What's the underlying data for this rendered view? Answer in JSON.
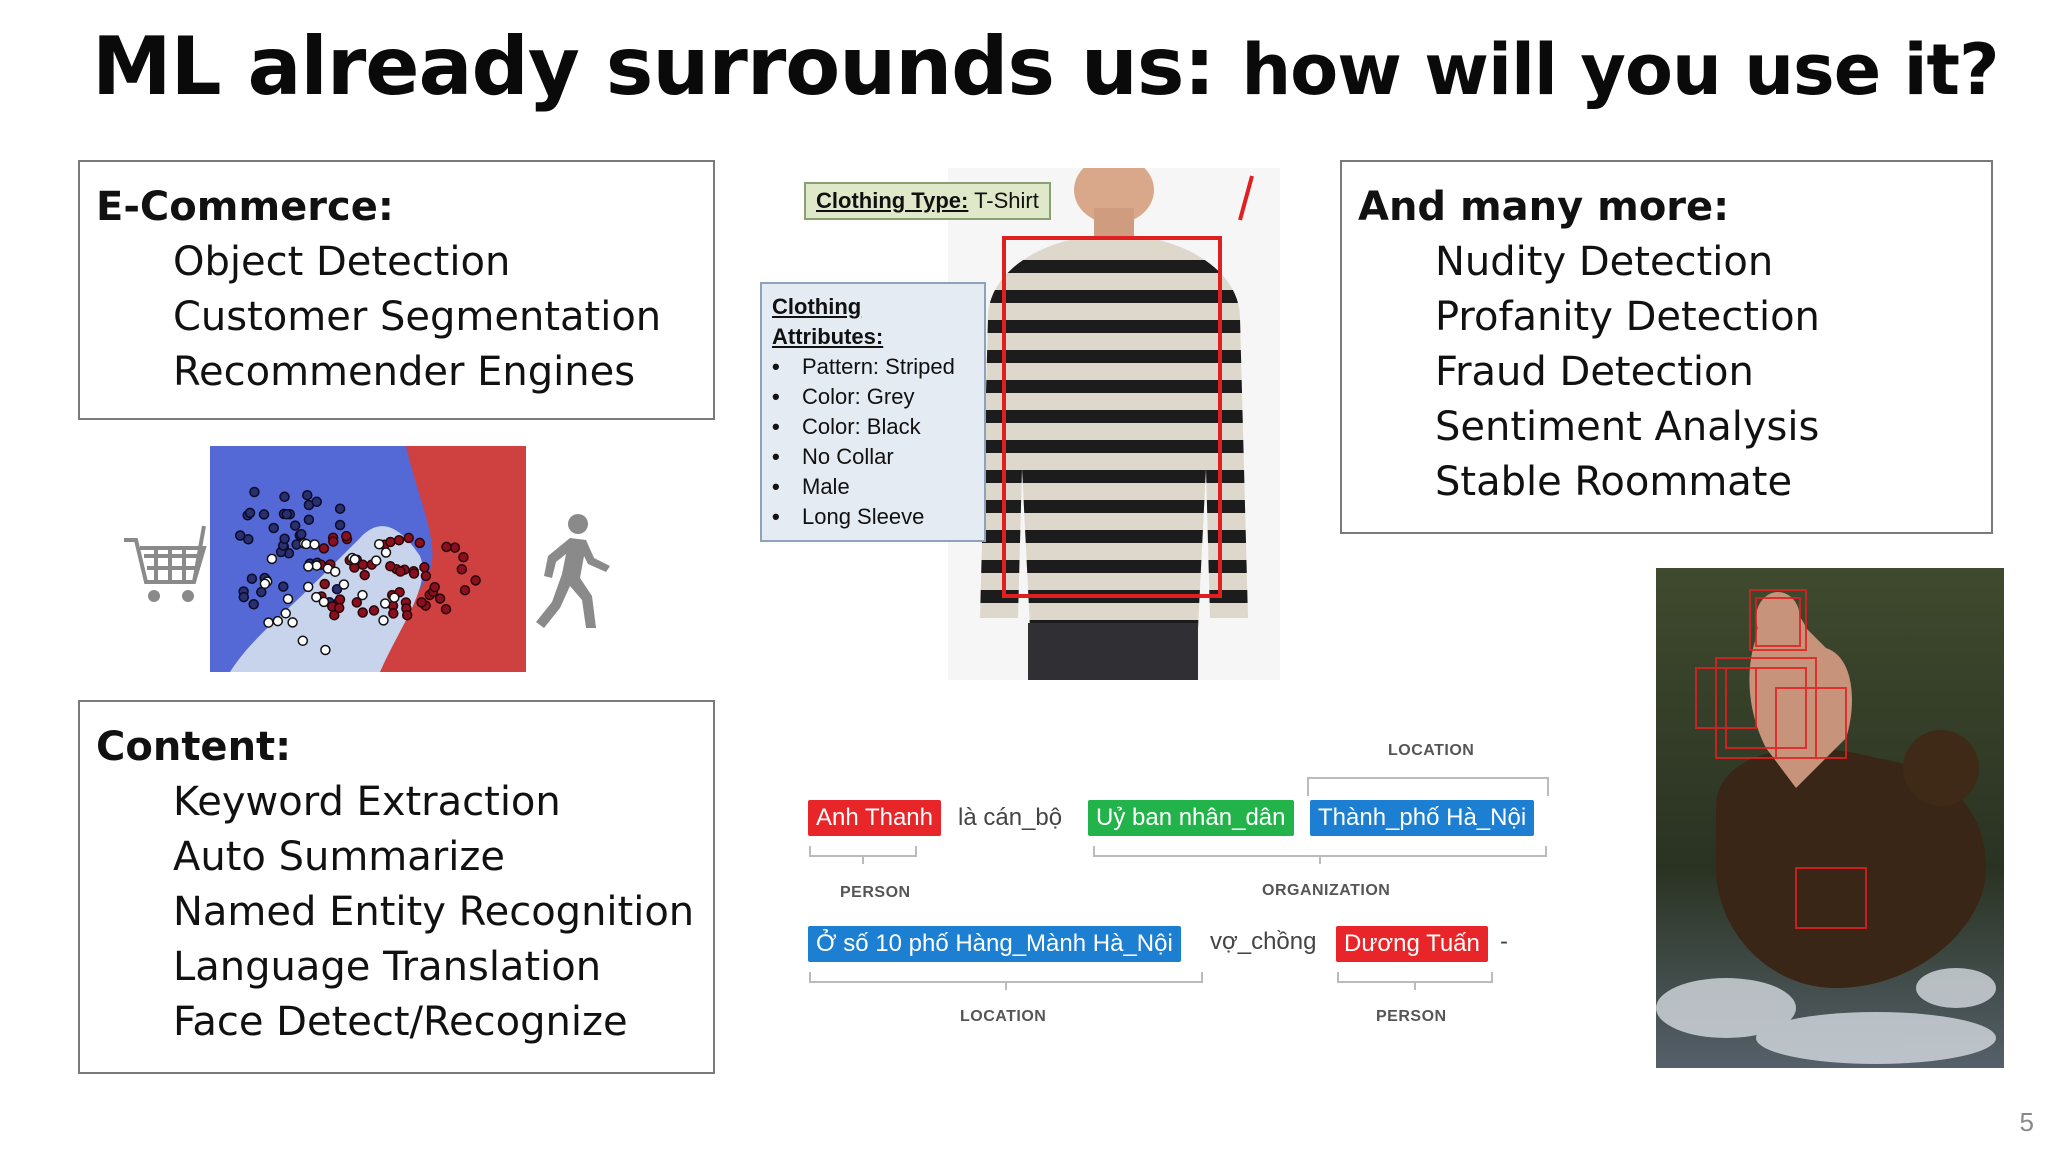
{
  "slide": {
    "title_main": "ML already surrounds us:",
    "title_sub": "how will you use it?",
    "page_number": "5"
  },
  "ecommerce": {
    "heading": "E-Commerce:",
    "items": [
      "Object Detection",
      "Customer Segmentation",
      "Recommender Engines"
    ]
  },
  "content": {
    "heading": "Content:",
    "items": [
      "Keyword Extraction",
      "Auto Summarize",
      "Named Entity Recognition",
      "Language Translation",
      "Face Detect/Recognize"
    ]
  },
  "more": {
    "heading": "And many more:",
    "items": [
      "Nudity Detection",
      "Profanity Detection",
      "Fraud Detection",
      "Sentiment Analysis",
      "Stable Roommate"
    ]
  },
  "clothing": {
    "type_label": "Clothing Type:",
    "type_value": "T-Shirt",
    "attributes_heading": "Clothing Attributes:",
    "attributes": [
      "Pattern: Striped",
      "Color: Grey",
      "Color: Black",
      "No Collar",
      "Male",
      "Long Sleeve"
    ]
  },
  "ner": {
    "row1": {
      "entity1": "Anh Thanh",
      "plain1": "là cán_bộ",
      "entity2": "Uỷ ban nhân_dân",
      "entity3": "Thành_phố Hà_Nội",
      "label_top": "LOCATION",
      "label_person": "PERSON",
      "label_org": "ORGANIZATION"
    },
    "row2": {
      "entity1": "Ở số 10 phố Hàng_Mành Hà_Nội",
      "plain1": "vợ_chồng",
      "entity2": "Dương Tuấn",
      "plain2": "-",
      "label_location": "LOCATION",
      "label_person": "PERSON"
    }
  },
  "colors": {
    "ner_red": "#e8262a",
    "ner_green": "#22b34a",
    "ner_blue": "#1d7fd1",
    "segment_blue": "#5468d6",
    "segment_red": "#cf4040",
    "detect_box": "#e02020"
  }
}
